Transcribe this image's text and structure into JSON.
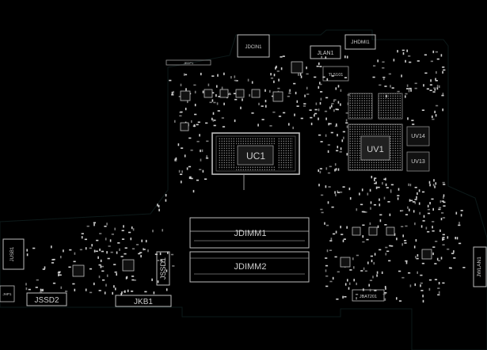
{
  "board": {
    "labels": {
      "uc1": "UC1",
      "uv1": "UV1",
      "jdimm1": "JDIMM1",
      "jdimm2": "JDIMM2",
      "jssd2": "JSSD2",
      "jssd1": "JSSD1",
      "jkb1": "JKB1",
      "jusb1": "JUSB1",
      "jdcin1": "JDCIN1",
      "jhdmi1": "JHDMI1",
      "jlan1": "JLAN1",
      "jwlan1": "JWLAN1",
      "jbat201": "JBAT201",
      "jedp1": "JEDP1",
      "tl5101": "TL5101",
      "uv14": "UV14",
      "uv13": "UV13",
      "jhp1": "JHP1"
    }
  }
}
